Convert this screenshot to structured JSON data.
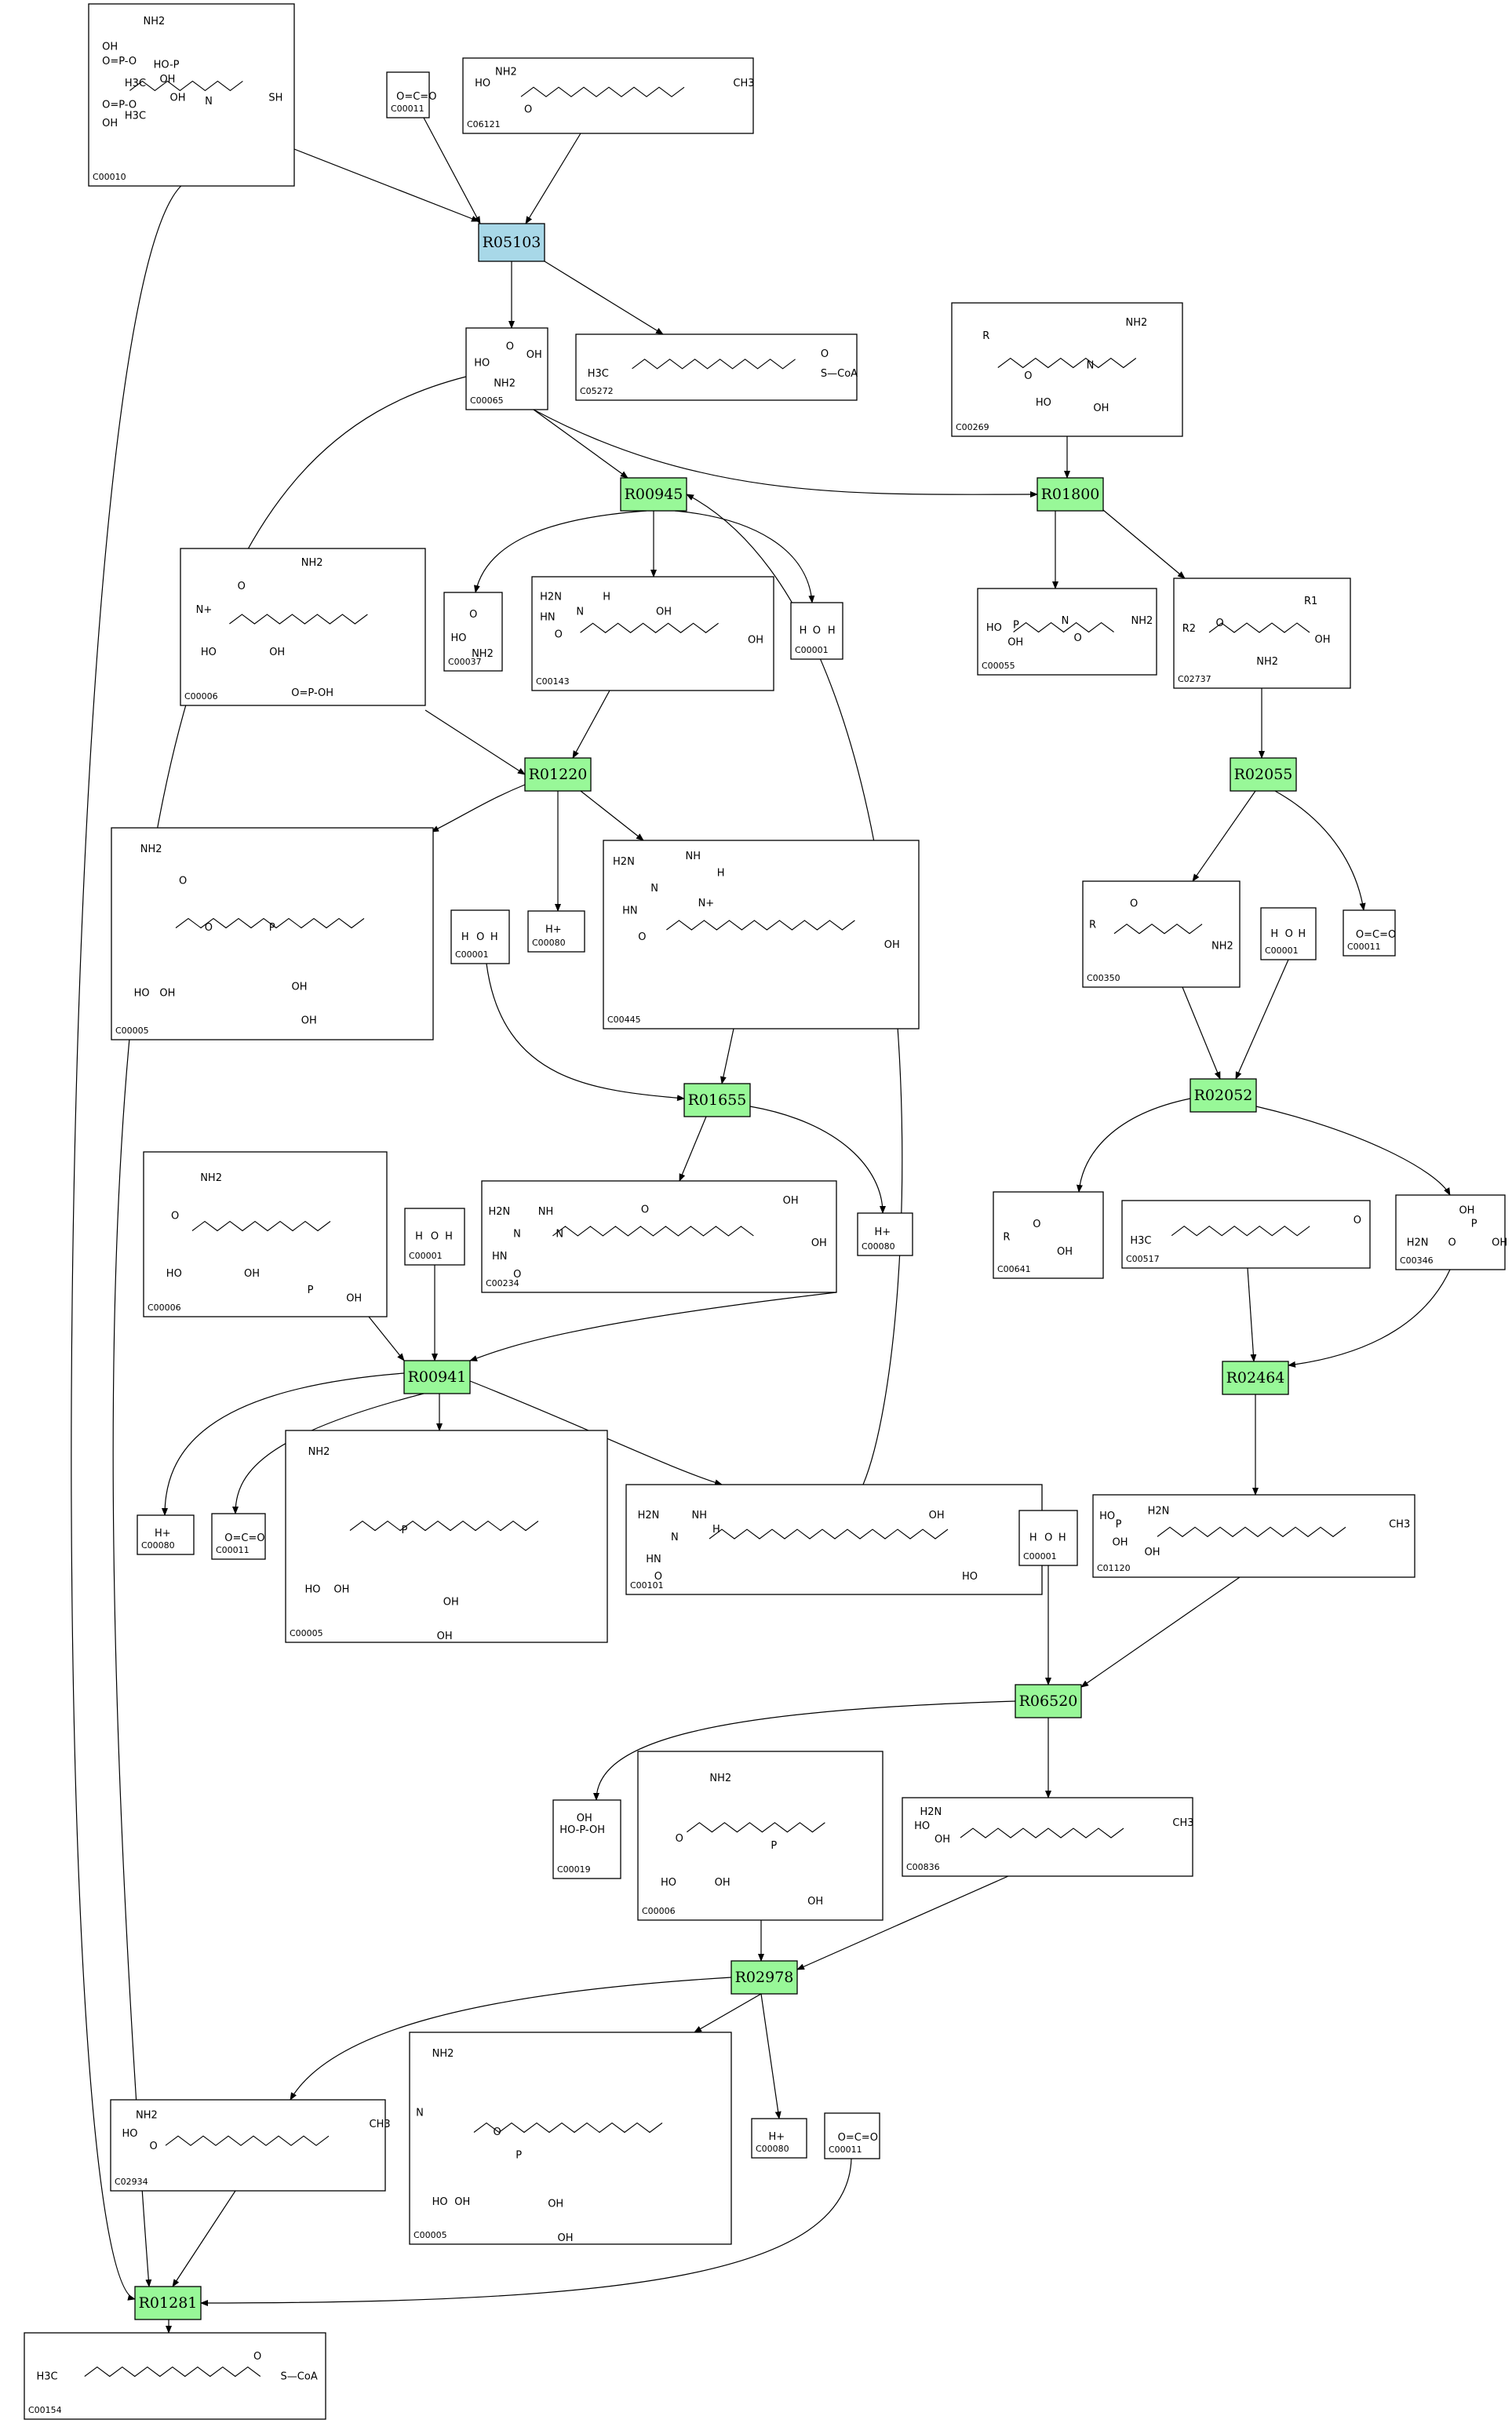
{
  "colors": {
    "reaction_fill": "#98f898",
    "reaction_highlight_fill": "#a8d8e8",
    "line": "#000000",
    "background": "#ffffff"
  },
  "reactions": [
    {
      "id": "R05103",
      "highlight": true
    },
    {
      "id": "R00945",
      "highlight": false
    },
    {
      "id": "R01800",
      "highlight": false
    },
    {
      "id": "R01220",
      "highlight": false
    },
    {
      "id": "R02055",
      "highlight": false
    },
    {
      "id": "R01655",
      "highlight": false
    },
    {
      "id": "R02052",
      "highlight": false
    },
    {
      "id": "R00941",
      "highlight": false
    },
    {
      "id": "R02464",
      "highlight": false
    },
    {
      "id": "R06520",
      "highlight": false
    },
    {
      "id": "R02978",
      "highlight": false
    },
    {
      "id": "R01281",
      "highlight": false
    }
  ],
  "compounds": [
    {
      "key": "c00010",
      "id": "C00010",
      "structure": [
        "NH2",
        "OH",
        "O=P-O",
        "HO-P",
        "OH",
        "H3C",
        "OH",
        "O=P-O",
        "OH",
        "H3C",
        "N",
        "SH"
      ]
    },
    {
      "key": "c00011_a",
      "id": "C00011",
      "structure": [
        "O=C=O"
      ]
    },
    {
      "key": "c06121",
      "id": "C06121",
      "structure": [
        "HO",
        "NH2",
        "O",
        "CH3"
      ]
    },
    {
      "key": "c00065",
      "id": "C00065",
      "structure": [
        "HO",
        "OH",
        "O",
        "NH2"
      ]
    },
    {
      "key": "c05272",
      "id": "C05272",
      "structure": [
        "H3C",
        "O",
        "S—CoA"
      ]
    },
    {
      "key": "c00269",
      "id": "C00269",
      "structure": [
        "NH2",
        "R",
        "O",
        "HO",
        "OH",
        "N"
      ]
    },
    {
      "key": "c00006_a",
      "id": "C00006",
      "structure": [
        "NH2",
        "O",
        "N+",
        "HO",
        "OH",
        "O=P-OH"
      ]
    },
    {
      "key": "c00037",
      "id": "C00037",
      "structure": [
        "HO",
        "O",
        "NH2"
      ]
    },
    {
      "key": "c00143",
      "id": "C00143",
      "structure": [
        "H2N",
        "N",
        "HN",
        "O",
        "OH",
        "H",
        "OH"
      ]
    },
    {
      "key": "c00001_a",
      "id": "C00001",
      "structure": [
        "H",
        "O",
        "H"
      ]
    },
    {
      "key": "c00055",
      "id": "C00055",
      "structure": [
        "HO",
        "P",
        "OH",
        "NH2",
        "N",
        "O"
      ]
    },
    {
      "key": "c02737",
      "id": "C02737",
      "structure": [
        "R2",
        "O",
        "R1",
        "OH",
        "NH2"
      ]
    },
    {
      "key": "c00005_a",
      "id": "C00005",
      "structure": [
        "NH2",
        "O",
        "HO",
        "OH",
        "O",
        "P",
        "OH",
        "OH"
      ]
    },
    {
      "key": "c00080_a",
      "id": "C00080",
      "structure": [
        "H+"
      ]
    },
    {
      "key": "c00445",
      "id": "C00445",
      "structure": [
        "H2N",
        "N",
        "NH",
        "HN",
        "N+",
        "O",
        "OH",
        "H"
      ]
    },
    {
      "key": "c00001_b",
      "id": "C00001",
      "structure": [
        "H",
        "O",
        "H"
      ]
    },
    {
      "key": "c00350",
      "id": "C00350",
      "structure": [
        "R",
        "O",
        "NH2"
      ]
    },
    {
      "key": "c00001_c",
      "id": "C00001",
      "structure": [
        "H",
        "O",
        "H"
      ]
    },
    {
      "key": "c00011_b",
      "id": "C00011",
      "structure": [
        "O=C=O"
      ]
    },
    {
      "key": "c00006_b",
      "id": "C00006",
      "structure": [
        "NH2",
        "O",
        "HO",
        "OH",
        "P",
        "OH"
      ]
    },
    {
      "key": "c00001_d",
      "id": "C00001",
      "structure": [
        "H",
        "O",
        "H"
      ]
    },
    {
      "key": "c00234",
      "id": "C00234",
      "structure": [
        "H2N",
        "N",
        "HN",
        "O",
        "NH",
        "N",
        "O",
        "OH",
        "OH"
      ]
    },
    {
      "key": "c00080_b",
      "id": "C00080",
      "structure": [
        "H+"
      ]
    },
    {
      "key": "c00641",
      "id": "C00641",
      "structure": [
        "R",
        "O",
        "OH"
      ]
    },
    {
      "key": "c00517",
      "id": "C00517",
      "structure": [
        "H3C",
        "O"
      ]
    },
    {
      "key": "c00346",
      "id": "C00346",
      "structure": [
        "H2N",
        "O",
        "P",
        "OH",
        "OH"
      ]
    },
    {
      "key": "c00080_c",
      "id": "C00080",
      "structure": [
        "H+"
      ]
    },
    {
      "key": "c00011_c",
      "id": "C00011",
      "structure": [
        "O=C=O"
      ]
    },
    {
      "key": "c00005_b",
      "id": "C00005",
      "structure": [
        "NH2",
        "HO",
        "OH",
        "P",
        "OH",
        "OH"
      ]
    },
    {
      "key": "c00101",
      "id": "C00101",
      "structure": [
        "H2N",
        "N",
        "HN",
        "O",
        "NH",
        "H",
        "OH",
        "HO"
      ]
    },
    {
      "key": "c00001_e",
      "id": "C00001",
      "structure": [
        "H",
        "O",
        "H"
      ]
    },
    {
      "key": "c01120",
      "id": "C01120",
      "structure": [
        "HO",
        "P",
        "OH",
        "H2N",
        "CH3",
        "OH"
      ]
    },
    {
      "key": "c00019",
      "id": "C00019",
      "structure": [
        "HO-P-OH",
        "OH"
      ]
    },
    {
      "key": "c00006_c",
      "id": "C00006",
      "structure": [
        "NH2",
        "O",
        "HO",
        "OH",
        "P",
        "OH"
      ]
    },
    {
      "key": "c00836",
      "id": "C00836",
      "structure": [
        "H2N",
        "HO",
        "CH3",
        "OH"
      ]
    },
    {
      "key": "c02934",
      "id": "C02934",
      "structure": [
        "NH2",
        "HO",
        "O",
        "CH3"
      ]
    },
    {
      "key": "c00005_c",
      "id": "C00005",
      "structure": [
        "NH2",
        "N",
        "HO",
        "OH",
        "O",
        "P",
        "OH",
        "OH"
      ]
    },
    {
      "key": "c00080_d",
      "id": "C00080",
      "structure": [
        "H+"
      ]
    },
    {
      "key": "c00011_d",
      "id": "C00011",
      "structure": [
        "O=C=O"
      ]
    },
    {
      "key": "c00154",
      "id": "C00154",
      "structure": [
        "H3C",
        "O",
        "S—CoA"
      ]
    }
  ]
}
